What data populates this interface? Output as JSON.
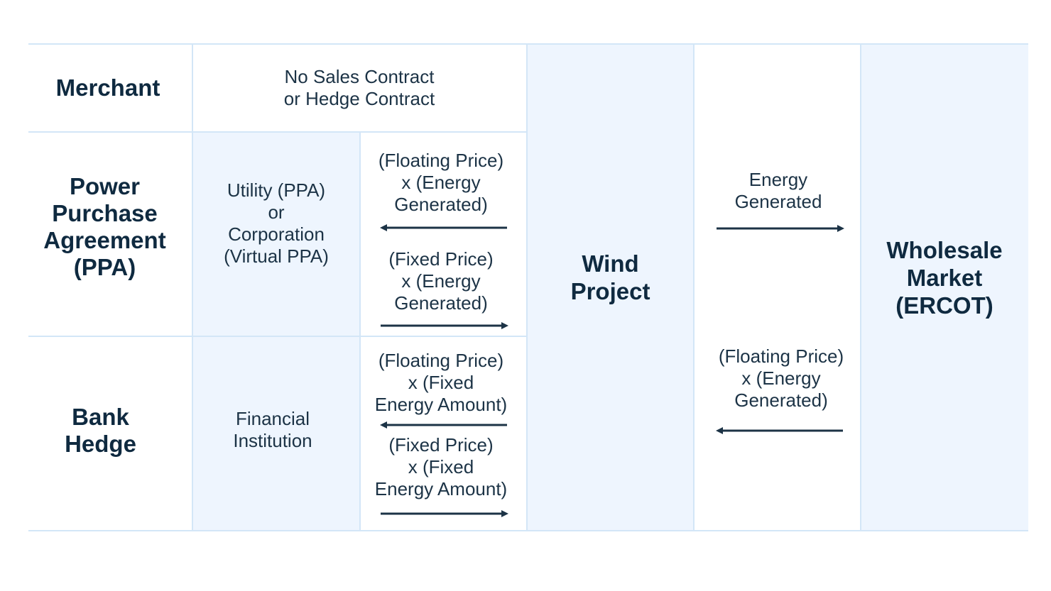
{
  "rows": {
    "merchant": "Merchant",
    "ppa": "Power\nPurchase\nAgreement\n(PPA)",
    "bank": "Bank\nHedge"
  },
  "counterparties": {
    "merchant": "No Sales Contract\nor Hedge Contract",
    "ppa": "Utility (PPA)\nor\nCorporation\n(Virtual PPA)",
    "bank": "Financial\nInstitution"
  },
  "flows": {
    "ppa_to_counterparty": "(Floating Price)\nx (Energy\nGenerated)",
    "ppa_to_project": "(Fixed Price)\nx (Energy\nGenerated)",
    "bank_to_counterparty": "(Floating Price)\nx (Fixed\nEnergy Amount)",
    "bank_to_project": "(Fixed Price)\nx (Fixed\nEnergy Amount)",
    "project_to_market": "Energy\nGenerated",
    "market_to_project": "(Floating Price)\nx (Energy\nGenerated)"
  },
  "project": "Wind\nProject",
  "market": "Wholesale\nMarket\n(ERCOT)",
  "colors": {
    "shade": "#eef5fe",
    "border": "#d3e6f7",
    "text": "#0f2a40",
    "arrow": "#1c3346"
  }
}
